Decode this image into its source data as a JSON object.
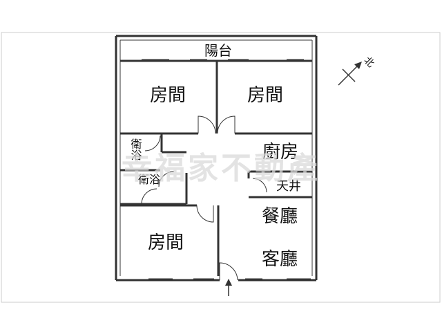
{
  "plan": {
    "rooms": {
      "balcony": "陽台",
      "bedroom_top_left": "房間",
      "bedroom_top_right": "房間",
      "bath_upper": "衛浴",
      "bath_lower": "衛浴",
      "kitchen": "廚房",
      "lightwell": "天井",
      "dining": "餐廳",
      "bedroom_bottom": "房間",
      "living": "客廳"
    },
    "compass_label": "北",
    "watermark": "幸福家不動產",
    "colors": {
      "background": "#ffffff",
      "wall": "#333333",
      "outline": "#bfbfbf",
      "watermark": "#d9d9d9"
    }
  }
}
